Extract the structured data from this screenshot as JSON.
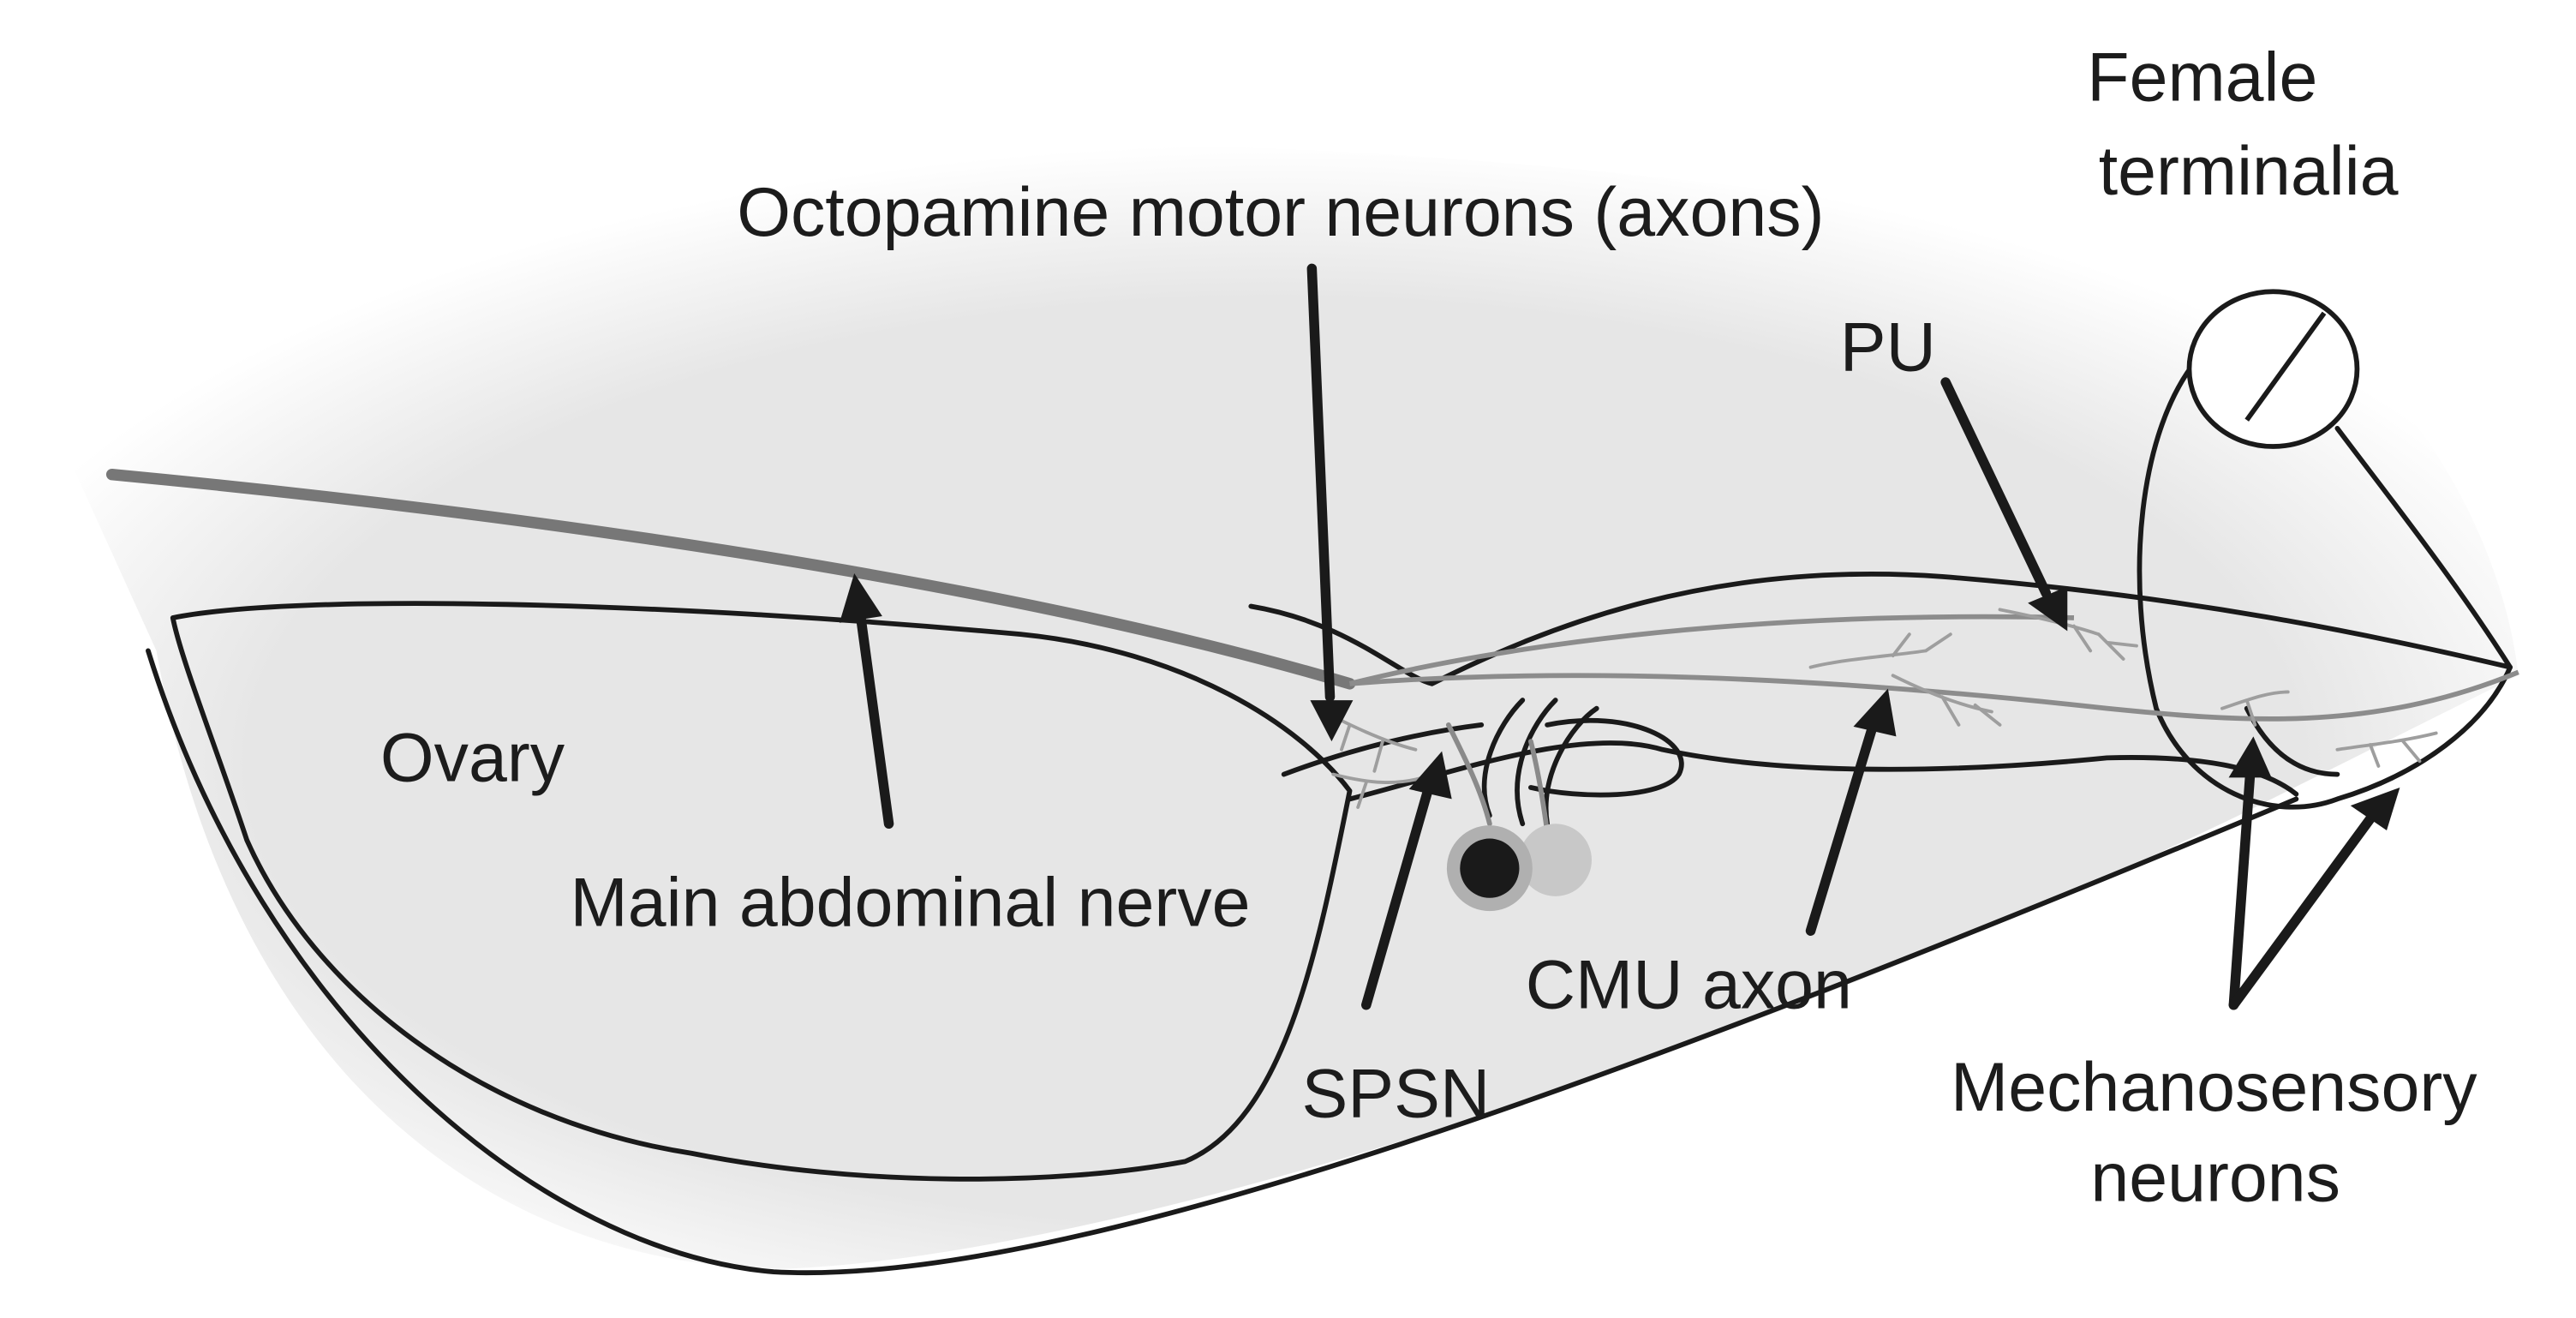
{
  "labels": {
    "female_terminalia_line1": "Female",
    "female_terminalia_line2": "terminalia",
    "octopamine": "Octopamine motor neurons (axons)",
    "pu": "PU",
    "ovary": "Ovary",
    "main_abdominal_nerve": "Main abdominal nerve",
    "cmu_axon": "CMU axon",
    "spsn": "SPSN",
    "mechanosensory_line1": "Mechanosensory",
    "mechanosensory_line2": "neurons"
  },
  "colors": {
    "background": "#ffffff",
    "abdomen_fill": "#e8e8e8",
    "outline": "#1a1a1a",
    "nerve": "#777777",
    "neuron": "#9e9e9e",
    "cell_body_dark": "#1a1a1a",
    "cell_body_light": "#c8c8c8"
  }
}
